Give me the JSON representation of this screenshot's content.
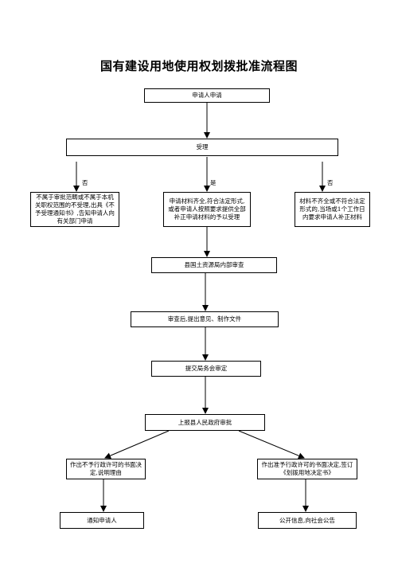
{
  "title": "国有建设用地使用权划拨批准流程图",
  "nodes": {
    "apply": "申请人申请",
    "accept": "受理",
    "reject": "不属于审批范畴或不属于本机关职权范围的不受理,出具《不予受理通知书》,告知申请人向有关部门申请",
    "complete": "申请材料齐全,符合法定形式,或者申请人按照要求提供全部补正申请材料的予以受理",
    "supplement": "材料不齐全或不符合法定形式的,当场或1个工作日内要求申请人补正材料",
    "review": "县国土资源局内部审查",
    "opinion": "审查后,提出意见、制作文件",
    "meeting": "提交局务会审定",
    "government": "上报县人民政府审批",
    "deny": "作出不予行政许可的书面决定,说明理由",
    "grant": "作出准予行政许可的书面决定,签订《划拨用地决定书》",
    "notify": "通知申请人",
    "publish": "公开信息,向社会公告"
  },
  "branch_labels": {
    "no_left": "否",
    "yes": "是",
    "no_right": "否"
  }
}
